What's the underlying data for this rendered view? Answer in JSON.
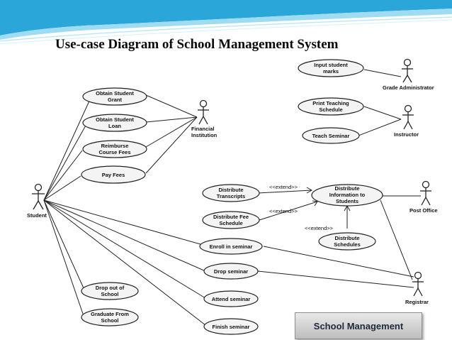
{
  "title": "Use-case Diagram of School Management System",
  "badge": "School Management",
  "colors": {
    "banner": "#2aa6d8",
    "banner_light": "#9fdcf2"
  },
  "actors": {
    "student": "Student",
    "financial": [
      "Financial",
      "Institution"
    ],
    "grade_admin": "Grade Administrator",
    "instructor": "Instructor",
    "post_office": "Post Office",
    "registrar": "Registrar"
  },
  "use_cases": {
    "grant": [
      "Obtain Student",
      "Grant"
    ],
    "loan": [
      "Obtain Student",
      "Loan"
    ],
    "reimburse": [
      "Reimburse",
      "Course Fees"
    ],
    "payfees": [
      "Pay Fees"
    ],
    "transcripts": [
      "Distribute",
      "Transcripts"
    ],
    "feesched": [
      "Distribute Fee",
      "Schedule"
    ],
    "distinfo": [
      "Distribute",
      "Information to",
      "Students"
    ],
    "schedules": [
      "Distribute",
      "Schedules"
    ],
    "enroll": [
      "Enroll in seminar"
    ],
    "drop": [
      "Drop seminar"
    ],
    "attend": [
      "Attend seminar"
    ],
    "finish": [
      "Finish seminar"
    ],
    "dropout": [
      "Drop out of",
      "School"
    ],
    "graduate": [
      "Graduate From",
      "School"
    ],
    "marks": [
      "Input student",
      "marks"
    ],
    "printsched": [
      "Print Teaching",
      "Schedule"
    ],
    "teach": [
      "Teach Seminar"
    ]
  },
  "relations": {
    "ext1": "<<extend>>",
    "ext2": "<<extend>>",
    "ext3": "<<extend>>"
  }
}
